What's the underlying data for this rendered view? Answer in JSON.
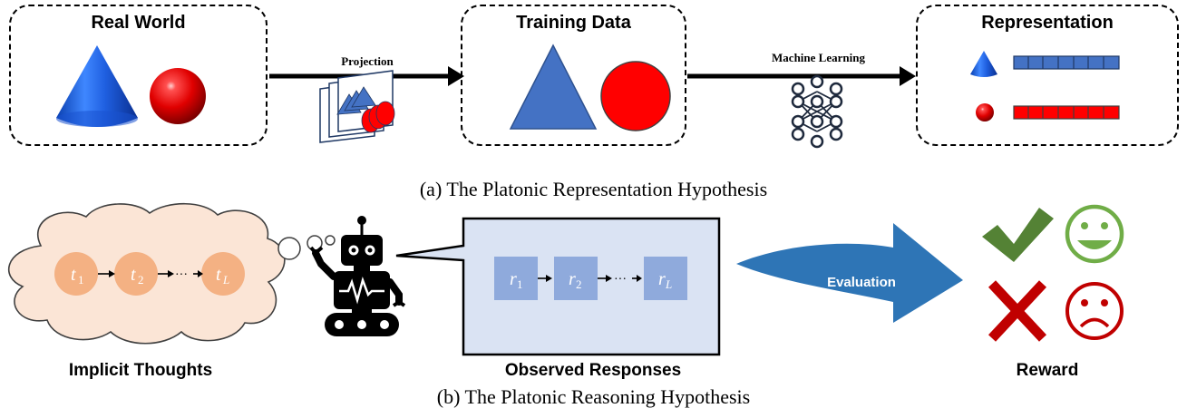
{
  "panel_a": {
    "real_world_title": "Real World",
    "training_data_title": "Training Data",
    "representation_title": "Representation",
    "projection_label": "Projection",
    "ml_label": "Machine Learning",
    "caption": "(a) The Platonic Representation Hypothesis"
  },
  "panel_b": {
    "thoughts_label": "Implicit Thoughts",
    "responses_label": "Observed Responses",
    "evaluation_label": "Evaluation",
    "reward_label": "Reward",
    "caption": "(b) The Platonic Reasoning Hypothesis",
    "thought_nodes": [
      "t₁",
      "t₂",
      "···",
      "t_L"
    ],
    "response_nodes": [
      "r₁",
      "r₂",
      "···",
      "r_L"
    ]
  },
  "colors": {
    "blue": "#4472c4",
    "red": "#ff0000",
    "thought_cloud": "#fbe5d6",
    "thought_node": "#f4b183",
    "response_panel": "#dae3f3",
    "response_node": "#8faadc",
    "arrow_blue": "#2e75b6",
    "check_green": "#548235",
    "cross_red": "#c00000"
  },
  "icons": [
    "cone-icon",
    "sphere-icon",
    "triangle-icon",
    "circle-icon",
    "projection-frames-icon",
    "neural-network-icon",
    "robot-icon",
    "check-icon",
    "cross-icon",
    "smiley-face-icon",
    "frown-face-icon"
  ]
}
